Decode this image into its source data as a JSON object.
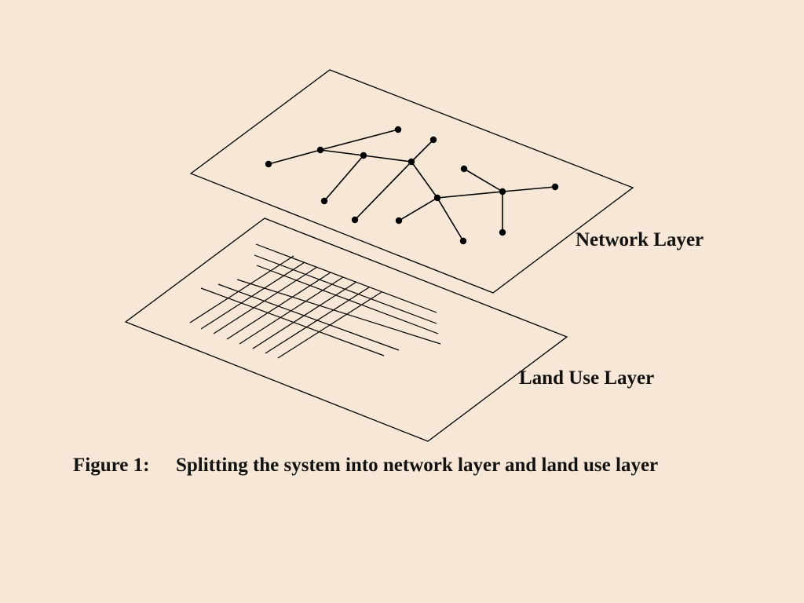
{
  "diagram": {
    "network_layer_label": "Network Layer",
    "land_use_layer_label": "Land Use Layer",
    "caption_number": "Figure 1:",
    "caption_text": "Splitting the system into network layer and land use layer"
  },
  "colors": {
    "background": "#f6e7d6",
    "ink": "#000000"
  }
}
